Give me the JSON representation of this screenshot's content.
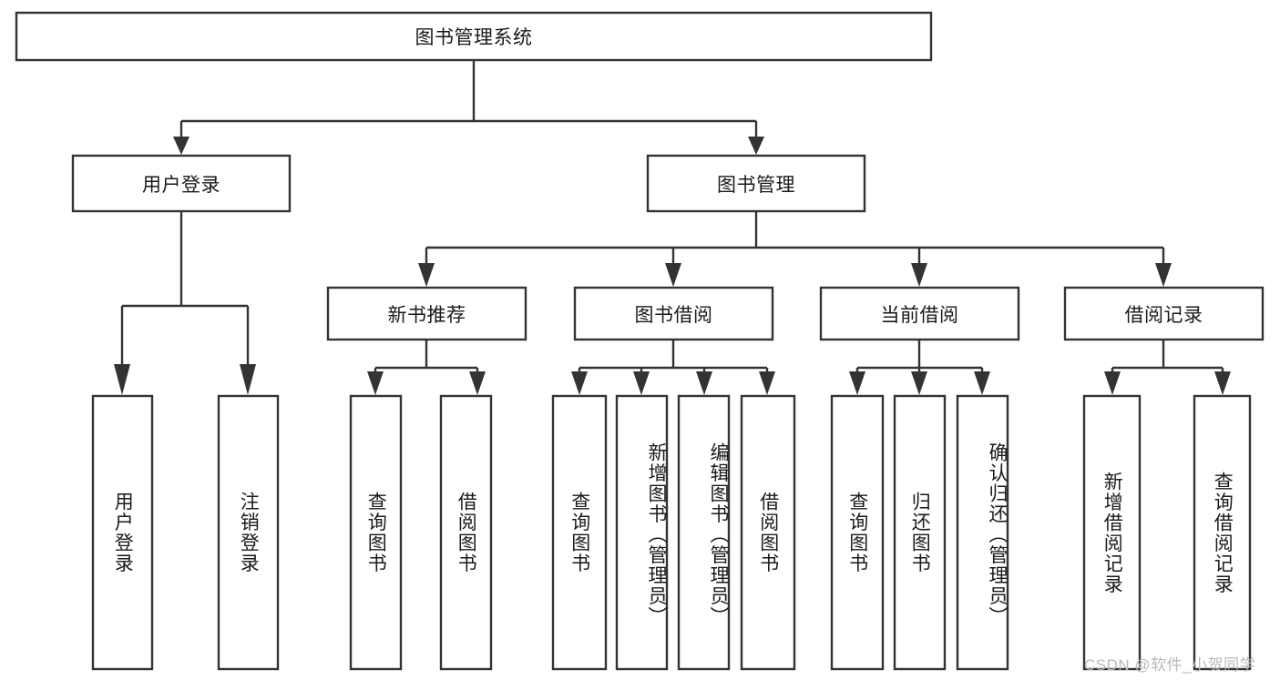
{
  "diagram": {
    "type": "tree-hierarchy-chart",
    "title": "图书管理系统",
    "colors": {
      "background": "#ffffff",
      "box_fill": "#ffffff",
      "box_stroke": "#333333",
      "text": "#1a1a1a",
      "watermark": "#b9b9b9"
    },
    "root": {
      "label": "图书管理系统"
    },
    "level2": [
      {
        "label": "用户登录"
      },
      {
        "label": "图书管理"
      }
    ],
    "level3": [
      {
        "label": "新书推荐"
      },
      {
        "label": "图书借阅"
      },
      {
        "label": "当前借阅"
      },
      {
        "label": "借阅记录"
      }
    ],
    "leaves": {
      "user_login": [
        {
          "label": "用户登录"
        },
        {
          "label": "注销登录"
        }
      ],
      "new_book_recommend": [
        {
          "label": "查询图书"
        },
        {
          "label": "借阅图书"
        }
      ],
      "book_borrow": [
        {
          "label": "查询图书"
        },
        {
          "label": "新增图书（管理员）"
        },
        {
          "label": "编辑图书（管理员）"
        },
        {
          "label": "借阅图书"
        }
      ],
      "current_borrow": [
        {
          "label": "查询图书"
        },
        {
          "label": "归还图书"
        },
        {
          "label": "确认归还（管理员）"
        }
      ],
      "borrow_record": [
        {
          "label": "新增借阅记录"
        },
        {
          "label": "查询借阅记录"
        }
      ]
    }
  },
  "watermark": {
    "text": "CSDN @软件_小贺同学"
  }
}
